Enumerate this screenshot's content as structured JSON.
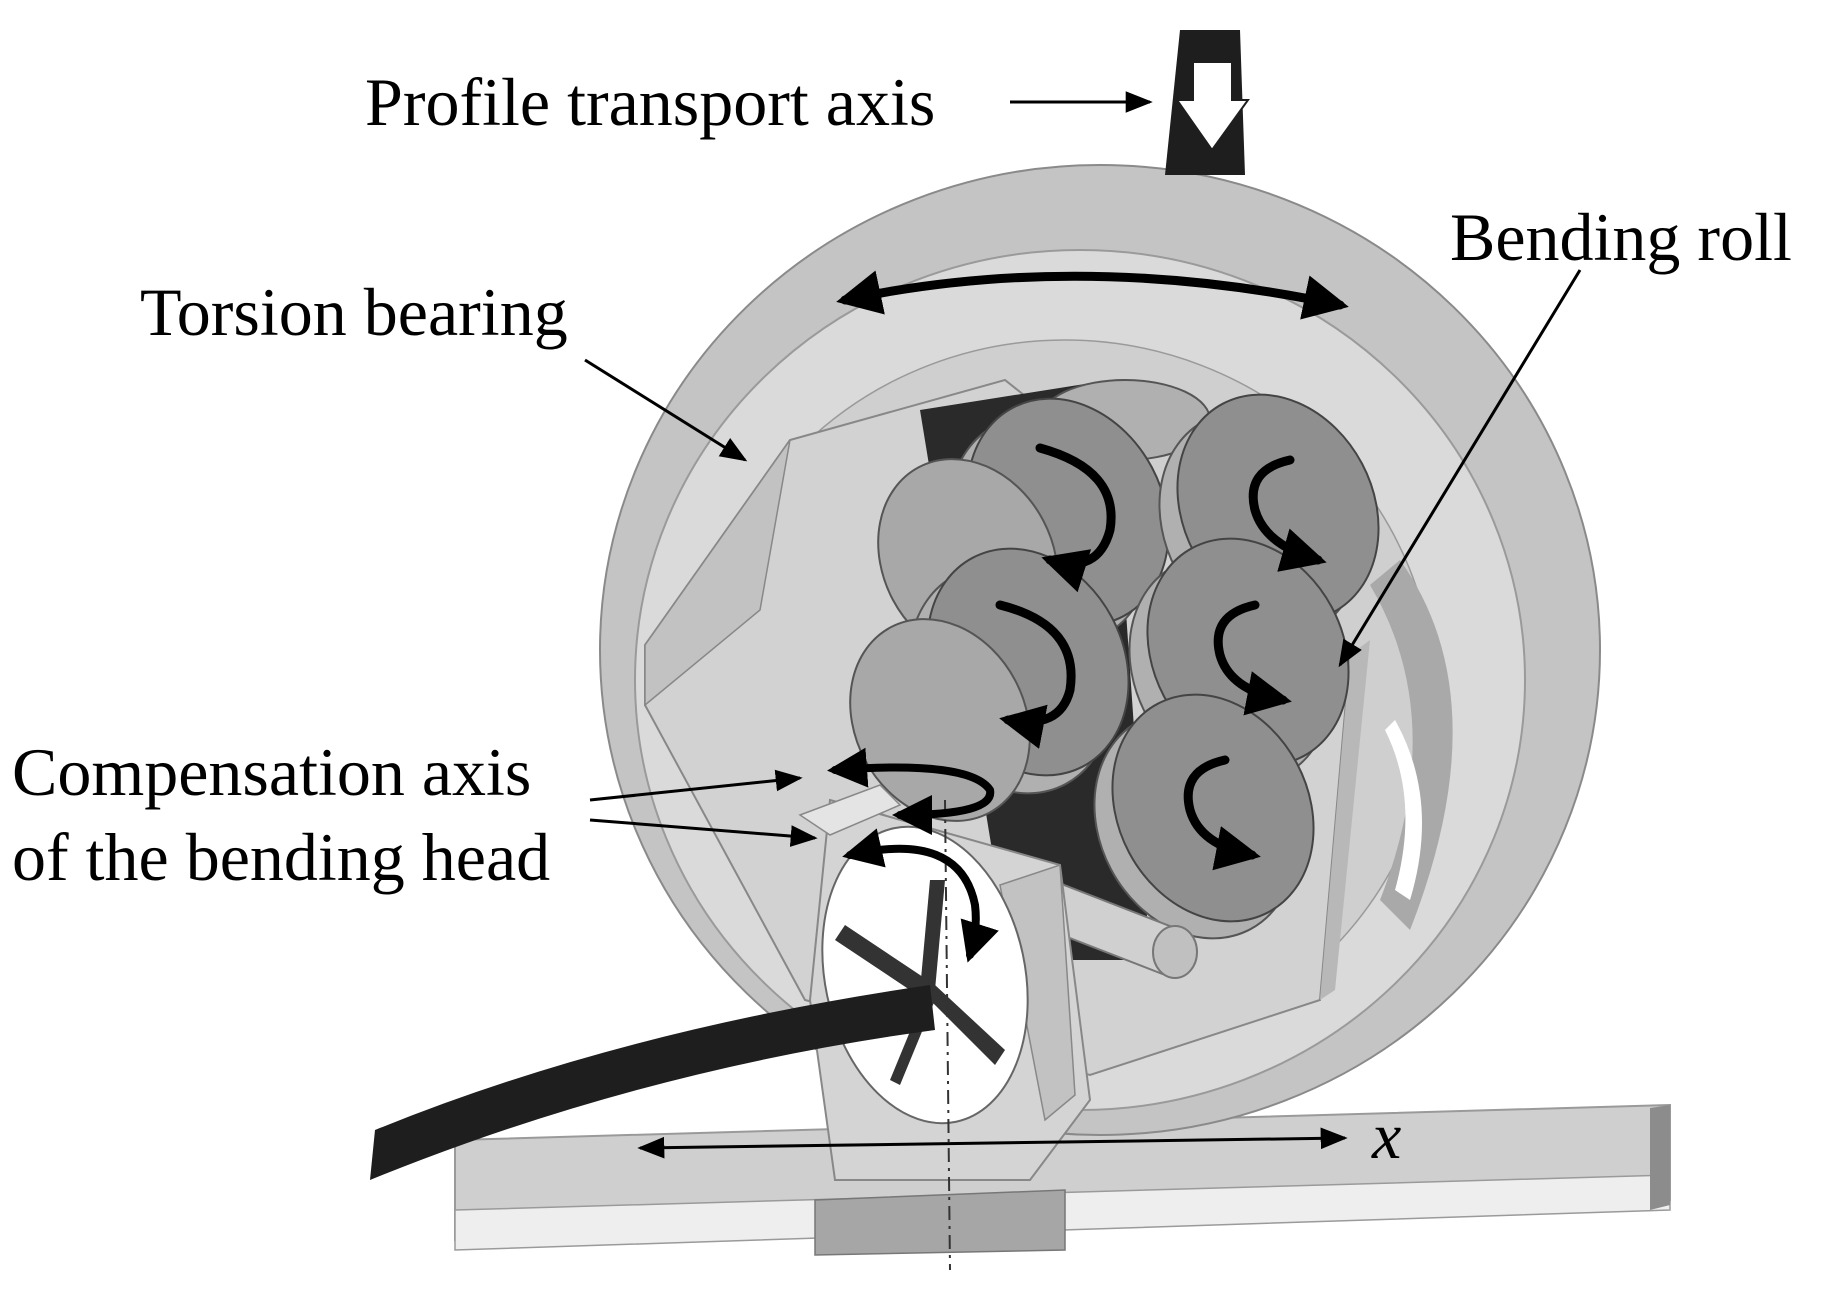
{
  "labels": {
    "profile_transport": "Profile transport axis",
    "torsion_bearing": "Torsion bearing",
    "bending_roll": "Bending roll",
    "compensation_line1": "Compensation axis",
    "compensation_line2": "of the bending head",
    "x_axis": "x"
  },
  "colors": {
    "ring_outer": "#c4c4c4",
    "ring_face": "#dadada",
    "ring_shadow": "#a9a9a9",
    "plate": "#d2d2d2",
    "plate_edge": "#b8b8b8",
    "roll_top": "#8f8f8f",
    "roll_side": "#b0b0b0",
    "dark": "#1e1e1e",
    "rail": "#cfcfcf",
    "rail_side": "#eeeeee",
    "line": "#000000"
  }
}
